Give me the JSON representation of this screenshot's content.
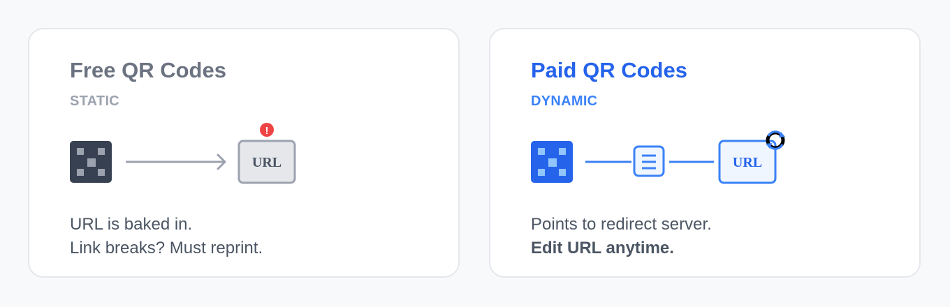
{
  "free": {
    "title": "Free QR Codes",
    "subtitle": "STATIC",
    "url_box_label": "URL",
    "alert_badge": "!",
    "description_line1": "URL is baked in.",
    "description_line2": "Link breaks? Must reprint.",
    "colors": {
      "title": "#6b7280",
      "subtitle": "#9ca3af",
      "qr": "#374151",
      "arrow": "#9ca3af",
      "alert": "#ef4444"
    },
    "icons": [
      "qr-code-icon",
      "arrow-right-icon",
      "url-box-icon",
      "alert-icon"
    ]
  },
  "paid": {
    "title": "Paid QR Codes",
    "subtitle": "DYNAMIC",
    "url_box_label": "URL",
    "description_line1": "Points to redirect server.",
    "description_line2": "Edit URL anytime.",
    "colors": {
      "title": "#2563eb",
      "subtitle": "#3b82f6",
      "qr": "#2563eb",
      "connector": "#3b82f6"
    },
    "icons": [
      "qr-code-icon",
      "server-icon",
      "url-box-icon",
      "refresh-icon"
    ]
  }
}
